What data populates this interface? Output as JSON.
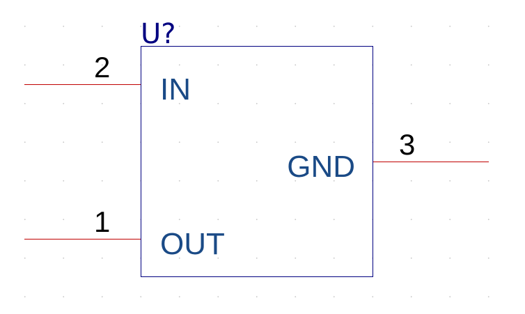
{
  "component": {
    "reference": "U?",
    "pins": [
      {
        "number": "2",
        "name": "IN"
      },
      {
        "number": "1",
        "name": "OUT"
      },
      {
        "number": "3",
        "name": "GND"
      }
    ]
  },
  "colors": {
    "body_outline": "#000080",
    "pin_wire": "#c00000",
    "reference_text": "#000080",
    "pin_name_text": "#1a4a86",
    "pin_number_text": "#000000",
    "grid_dots": "#c8c8c8"
  }
}
